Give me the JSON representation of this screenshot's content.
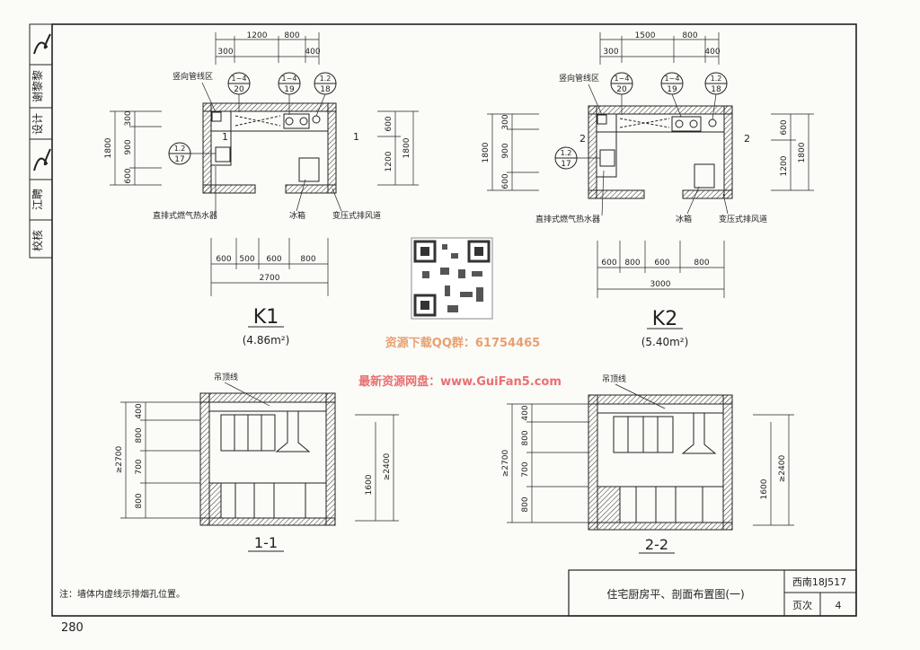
{
  "title_block": {
    "standard_no": "西南18J517",
    "sheet_title": "住宅厨房平、剖面布置图(一)",
    "page_label": "页次",
    "page_no": "4"
  },
  "sidebar": {
    "roles": [
      "校核",
      "江聘",
      "设计",
      "谢黎黎"
    ]
  },
  "note": "注：墙体内虚线示排烟孔位置。",
  "page_number": "280",
  "watermark": {
    "qq": "资源下载QQ群：61754465",
    "site": "最新资源网盘：www.GuiFan5.com"
  },
  "plan_k1": {
    "name": "K1",
    "area": "(4.86m²)",
    "top_dims": [
      "1200",
      "800",
      "300",
      "400"
    ],
    "refs": [
      {
        "top": "1~4",
        "bottom": "20"
      },
      {
        "top": "1~4",
        "bottom": "19"
      },
      {
        "top": "1.2",
        "bottom": "18"
      }
    ],
    "side_ref": {
      "top": "1.2",
      "bottom": "17"
    },
    "left_dims": [
      "1800",
      "300",
      "900",
      "600"
    ],
    "right_dims": [
      "600",
      "1200",
      "1800"
    ],
    "bottom_dims": [
      "600",
      "500",
      "600",
      "800"
    ],
    "total": "2700",
    "labels": {
      "pipe": "竖向管线区",
      "heater": "直排式燃气热水器",
      "fridge": "冰箱",
      "duct": "变压式排风道"
    },
    "cut": "1"
  },
  "plan_k2": {
    "name": "K2",
    "area": "(5.40m²)",
    "top_dims": [
      "1500",
      "800",
      "300",
      "400"
    ],
    "refs": [
      {
        "top": "1~4",
        "bottom": "20"
      },
      {
        "top": "1~4",
        "bottom": "19"
      },
      {
        "top": "1.2",
        "bottom": "18"
      }
    ],
    "side_ref": {
      "top": "1.2",
      "bottom": "17"
    },
    "left_dims": [
      "1800",
      "300",
      "900",
      "600"
    ],
    "right_dims": [
      "600",
      "1200",
      "1800"
    ],
    "bottom_dims": [
      "600",
      "800",
      "600",
      "800"
    ],
    "total": "3000",
    "labels": {
      "pipe": "竖向管线区",
      "heater": "直排式燃气热水器",
      "fridge": "冰箱",
      "duct": "变压式排风道"
    },
    "cut": "2"
  },
  "section_1": {
    "name": "1-1",
    "ceiling_label": "吊顶线",
    "left_dims": [
      "≥2700",
      "400",
      "800",
      "700",
      "800"
    ],
    "right_dims": [
      "1600",
      "≥2400"
    ]
  },
  "section_2": {
    "name": "2-2",
    "ceiling_label": "吊顶线",
    "left_dims": [
      "≥2700",
      "400",
      "800",
      "700",
      "800"
    ],
    "right_dims": [
      "1600",
      "≥2400"
    ]
  }
}
